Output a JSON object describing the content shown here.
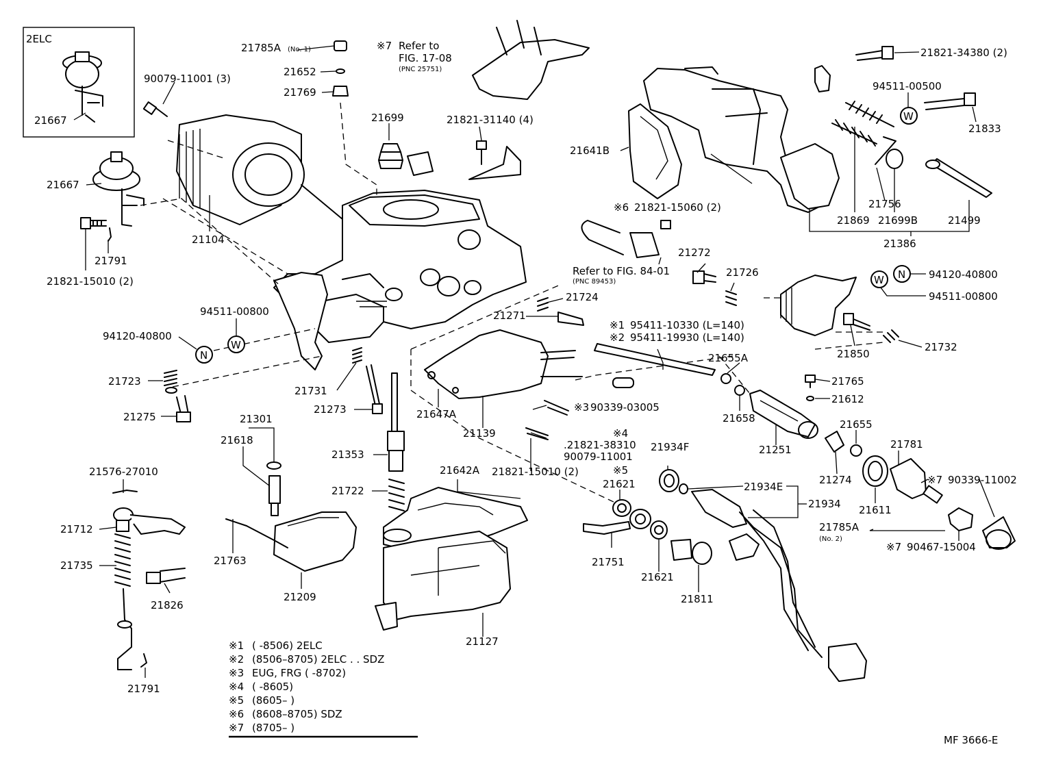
{
  "inset_title": "2ELC",
  "labels": {
    "l1": "21667",
    "l2": "21667",
    "l3": "90079-11001 (3)",
    "l4": "21104",
    "l5": "21791",
    "l6": "21821-15010 (2)",
    "l7": "21785A",
    "l7s": "(No. 1)",
    "l8": "21652",
    "l9": "21769",
    "l10": "※7",
    "l10b": "Refer to",
    "l10c": "FIG. 17-08",
    "l10d": "(PNC 25751)",
    "l11": "21699",
    "l12": "21821-31140 (4)",
    "l13": "94511-00800",
    "l14": "94120-40800",
    "l15": "21723",
    "l16": "21275",
    "l17": "21731",
    "l18": "21273",
    "l19": "21301",
    "l20": "21618",
    "l21": "21353",
    "l22": "21722",
    "l23": "21576-27010",
    "l24": "21712",
    "l25": "21735",
    "l26": "21826",
    "l27": "21763",
    "l28": "21209",
    "l29": "21791",
    "l30": "21642A",
    "l31": "21127",
    "l32": "21647A",
    "l33": "21139",
    "l34": "21724",
    "l35": "21271",
    "l36": "※6",
    "l36b": "21821-15060 (2)",
    "l37": "Refer to FIG. 84-01",
    "l37s": "(PNC 89453)",
    "l38": "21272",
    "l39": "21726",
    "l40": "※1",
    "l40b": "95411-10330 (L=140)",
    "l41": "※2",
    "l41b": "95411-19930 (L=140)",
    "l42": "21655A",
    "l43": "※3",
    "l43b": "90339-03005",
    "l44": "※4",
    "l44b": ".21821-38310",
    "l44c": "90079-11001",
    "l45": "※5",
    "l46": "21821-15010 (2)",
    "l47": "21621",
    "l48": "21751",
    "l49": "21621",
    "l50": "21811",
    "l51": "21934F",
    "l52": "21934E",
    "l53": "21934",
    "l54": "21658",
    "l55": "21251",
    "l56": "21765",
    "l57": "21612",
    "l58": "21655",
    "l59": "21274",
    "l60": "21611",
    "l61": "21781",
    "l62": "※7",
    "l62b": "90339-11002",
    "l63": "21785A",
    "l63s": "(No. 2)",
    "l64": "※7",
    "l64b": "90467-15004",
    "l65": "21641B",
    "l66": "21821-34380 (2)",
    "l67": "94511-00500",
    "l68": "21833",
    "l69": "21756",
    "l70": "21869",
    "l71": "21699B",
    "l72": "21499",
    "l73": "21386",
    "l74": "94120-40800",
    "l75": "94511-00800",
    "l76": "21850",
    "l77": "21732"
  },
  "notes": [
    {
      "mark": "※1",
      "text": "(       -8506) 2ELC"
    },
    {
      "mark": "※2",
      "text": "(8506–8705) 2ELC . . SDZ"
    },
    {
      "mark": "※3",
      "text": "EUG, FRG (       -8702)"
    },
    {
      "mark": "※4",
      "text": "(       -8605)"
    },
    {
      "mark": "※5",
      "text": "(8605–       )"
    },
    {
      "mark": "※6",
      "text": "(8608–8705) SDZ"
    },
    {
      "mark": "※7",
      "text": "(8705–       )"
    }
  ],
  "footer_code": "MF  3666-E",
  "washer_w": "W",
  "washer_n": "N"
}
